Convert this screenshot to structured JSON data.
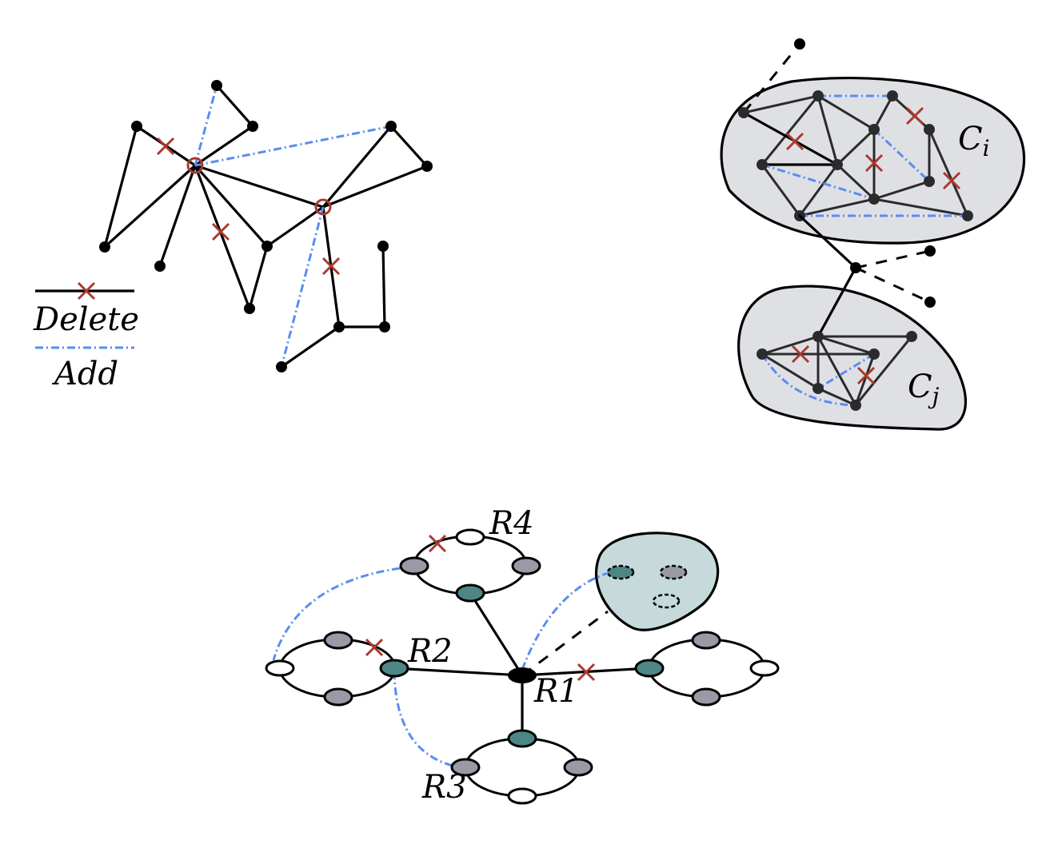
{
  "legend": {
    "delete_label": "Delete",
    "add_label": "Add"
  },
  "clusters": {
    "ci_label": "C",
    "ci_sub": "i",
    "cj_label": "C",
    "cj_sub": "j"
  },
  "rings": {
    "r1": "R1",
    "r2": "R2",
    "r3": "R3",
    "r4": "R4"
  },
  "colors": {
    "delete": "#a83a2f",
    "add": "#5b8def",
    "teal": "#4d8785",
    "gray": "#999aa6",
    "cluster_fill": "#dfe0e4",
    "blob_fill": "#c6d9db"
  }
}
